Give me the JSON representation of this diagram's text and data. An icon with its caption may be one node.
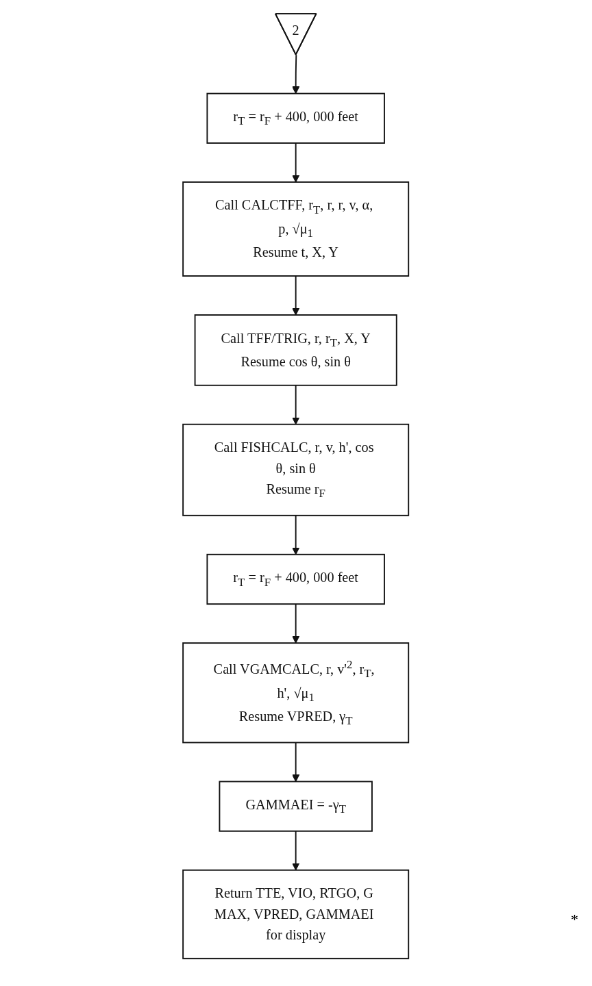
{
  "diagram": {
    "nodes": [
      {
        "text": [
          "2"
        ]
      },
      {
        "text": [
          "r$_{T}$ = r$_{F}$ + 400, 000 feet"
        ]
      },
      {
        "text": [
          "Call CALCTFF, r$_{T}$, r, r, v, α, p, √μ$_{1}$",
          "Resume t, X, Y"
        ]
      },
      {
        "text": [
          "Call TFF/TRIG, r, r$_{T}$, X, Y",
          "Resume cos θ, sin θ"
        ]
      },
      {
        "text": [
          "Call FISHCALC, r, v, h', cos θ, sin θ",
          "Resume r$_{F}$"
        ]
      },
      {
        "text": [
          "r$_{T}$ = r$_{F}$ + 400, 000 feet"
        ]
      },
      {
        "text": [
          "Call VGAMCALC, r, v'$^{2}$, r$_{T}$, h', √μ$_{1}$",
          "Resume VPRED, γ$_{T}$"
        ]
      },
      {
        "text": [
          "GAMMAEI = -γ$_{T}$"
        ]
      },
      {
        "text": [
          "Return TTE, VIO, RTGO, G MAX, VPRED, GAMMAEI for display"
        ]
      }
    ],
    "edges": [
      {
        "from": 0,
        "to": 1,
        "arrow": "to"
      },
      {
        "from": 1,
        "to": 2,
        "arrow": "to"
      },
      {
        "from": 2,
        "to": 3,
        "arrow": "to"
      },
      {
        "from": 3,
        "to": 4,
        "arrow": "to"
      },
      {
        "from": 4,
        "to": 5,
        "arrow": "to"
      },
      {
        "from": 5,
        "to": 6,
        "arrow": "to"
      },
      {
        "from": 6,
        "to": 7,
        "arrow": "to"
      },
      {
        "from": 7,
        "to": 8,
        "arrow": "to"
      }
    ],
    "labels": [
      "*"
    ]
  }
}
